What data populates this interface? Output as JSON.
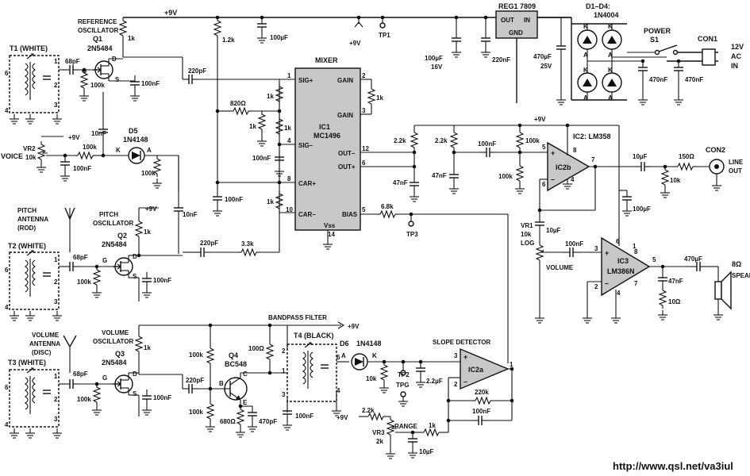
{
  "title": "",
  "components": {
    "t1": {
      "name": "T1 (WHITE)"
    },
    "t2": {
      "name": "T2 (WHITE)"
    },
    "t3": {
      "name": "T3 (WHITE)"
    },
    "t4": {
      "name": "T4 (BLACK)"
    },
    "q1": {
      "role": "REFERENCE OSCILLATOR",
      "ref": "Q1",
      "part": "2N5484"
    },
    "q2": {
      "role": "PITCH OSCILLATOR",
      "ref": "Q2",
      "part": "2N5484"
    },
    "q3": {
      "role": "VOLUME OSCILLATOR",
      "ref": "Q3",
      "part": "2N5484"
    },
    "q4": {
      "ref": "Q4",
      "part": "BC548"
    },
    "d5": {
      "ref": "D5",
      "part": "1N4148"
    },
    "d6": {
      "ref": "D6",
      "part": "1N4148"
    },
    "d1d4": {
      "ref": "D1–D4:",
      "part": "1N4004"
    },
    "reg1": {
      "ref": "REG1 7809",
      "pin_out": "OUT",
      "pin_in": "IN",
      "pin_gnd": "GND"
    },
    "ic1": {
      "group": "MIXER",
      "ref": "IC1",
      "part": "MC1496",
      "pins": {
        "sig_plus": "SIG+",
        "gain1": "GAIN",
        "gain2": "GAIN",
        "sig_minus": "SIG–",
        "out_minus": "OUT–",
        "out_plus": "OUT+",
        "car_plus": "CAR+",
        "car_minus": "CAR–",
        "bias": "BIAS",
        "vss": "Vss"
      }
    },
    "ic2a": {
      "label": "IC2a",
      "group": "SLOPE DETECTOR"
    },
    "ic2b": {
      "label": "IC2b",
      "ref": "IC2: LM358"
    },
    "ic3": {
      "ref": "IC3",
      "part": "LM386N"
    },
    "vr1": {
      "ref": "VR1",
      "value": "10k",
      "type": "LOG",
      "name": "VOLUME"
    },
    "vr2": {
      "ref": "VR2",
      "value": "10k",
      "name": "VOICE"
    },
    "vr3": {
      "ref": "VR3",
      "value": "2k",
      "name": "RANGE"
    },
    "s1": {
      "name": "POWER",
      "ref": "S1"
    },
    "con1": {
      "ref": "CON1",
      "desc": "12V AC IN"
    },
    "con2": {
      "ref": "CON2",
      "desc": "LINE OUT"
    },
    "speaker": {
      "value": "8Ω",
      "name": "SPEAKER"
    },
    "pitch_antenna": "PITCH ANTENNA (ROD)",
    "volume_antenna": "VOLUME ANTENNA (DISC)",
    "bandpass": "BANDPASS FILTER",
    "tp1": "TP1",
    "tp2": "TP2",
    "tp3": "TP3",
    "tpg": "TPG"
  },
  "values": {
    "r1k": "1k",
    "r12k": "1.2k",
    "r100k": "100k",
    "r10k": "10k",
    "r820": "820Ω",
    "r22k": "2.2k",
    "r68k": "6.8k",
    "r33k": "3.3k",
    "r100": "100Ω",
    "r680": "680Ω",
    "r150": "150Ω",
    "r10": "10Ω",
    "r220k": "220k",
    "c68p": "68pF",
    "c220p": "220pF",
    "c470p": "470pF",
    "c100n": "100nF",
    "c10n": "10nF",
    "c47n": "47nF",
    "c220n": "220nF",
    "c470n": "470nF",
    "c100u": "100µF",
    "c100u16": "100µF 16V",
    "c470u": "470µF 25V",
    "c470u_s": "470µF",
    "c10u": "10µF",
    "c22u": "2.2µF",
    "vplus": "+9V"
  },
  "url": "http://www.qsl.net/va3iul"
}
